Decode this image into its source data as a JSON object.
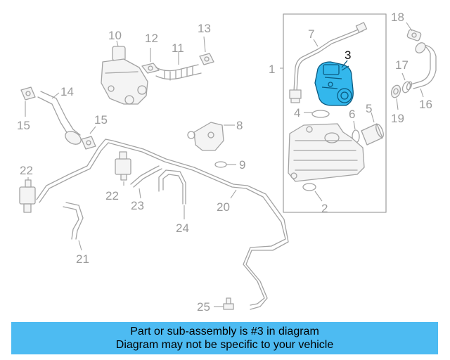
{
  "callouts": {
    "c1": "1",
    "c2": "2",
    "c3": "3",
    "c4": "4",
    "c5": "5",
    "c6": "6",
    "c7": "7",
    "c8": "8",
    "c9": "9",
    "c10": "10",
    "c11": "11",
    "c12": "12",
    "c13": "13",
    "c14": "14",
    "c15a": "15",
    "c15b": "15",
    "c16": "16",
    "c17": "17",
    "c18": "18",
    "c19": "19",
    "c20": "20",
    "c21": "21",
    "c22a": "22",
    "c22b": "22",
    "c23": "23",
    "c24": "24",
    "c25": "25"
  },
  "highlighted_part": "3",
  "colors": {
    "highlight": "#33b7ec",
    "banner": "#4dbbf2",
    "line_art": "#a3a3a3"
  },
  "banner": {
    "line1": "Part or sub-assembly is #3 in diagram",
    "line2": "Diagram may not be specific to your vehicle"
  }
}
